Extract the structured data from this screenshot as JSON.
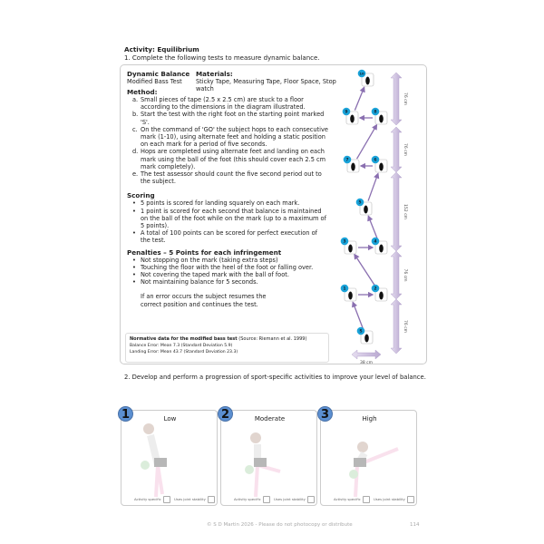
{
  "activity": {
    "title": "Activity: Equilibrium",
    "instruction": "1. Complete the following tests to measure dynamic balance."
  },
  "test": {
    "heading": "Dynamic Balance",
    "name": "Modified Bass Test",
    "materials_heading": "Materials:",
    "materials": "Sticky Tape, Measuring Tape, Floor Space, Stop watch"
  },
  "method": {
    "heading": "Method:",
    "steps": [
      {
        "marker": "a.",
        "text": "Small pieces of tape (2.5 x 2.5 cm) are stuck to a floor according to the dimensions in the diagram illustrated."
      },
      {
        "marker": "b.",
        "text": "Start the test with the right foot on the starting point marked 'S'."
      },
      {
        "marker": "c.",
        "text": "On the command of 'GO' the subject hops to each consecutive mark (1-10), using alternate feet and holding a static position on each mark for a period of five seconds."
      },
      {
        "marker": "d.",
        "text": "Hops are completed using alternate feet and landing on each mark using the ball of the foot (this should cover each 2.5 cm mark completely)."
      },
      {
        "marker": "e.",
        "text": "The test assessor should count the five second period out to the subject."
      }
    ]
  },
  "scoring": {
    "heading": "Scoring",
    "items": [
      "5 points is scored for landing squarely on each mark.",
      "1 point is scored for each second that balance is maintained on the ball of the foot while on the mark (up to a maximum of 5 points).",
      "A total of 100 points can be scored for perfect execution of the test."
    ]
  },
  "penalties": {
    "heading": "Penalties – 5 Points for each infringement",
    "items": [
      "Not stopping on the mark (taking extra steps)",
      "Touching the floor with the heel of the foot or falling over.",
      "Not covering the taped mark with the ball of foot.",
      "Not maintaining balance for 5 seconds."
    ],
    "note": "If an error occurs the subject resumes the correct position and continues the test."
  },
  "normative": {
    "title": "Normative data for the modified bass test",
    "source": "(Source: Riemann et al. 1999)",
    "balance": "Balance Error: Mean 7.3 (Standard Deviation 5.9)",
    "landing": "Landing Error: Mean 43.7 (Standard Deviation 23.3)"
  },
  "diagram": {
    "marks": [
      "10",
      "9",
      "8",
      "7",
      "6",
      "5",
      "3",
      "4",
      "1",
      "2",
      "S"
    ],
    "distances": [
      "76 cm",
      "76 cm",
      "152 cm",
      "76 cm",
      "76 cm"
    ],
    "width": "38 cm",
    "accent": "#1aa3d9",
    "arrow": "#8a6fb0"
  },
  "part2": {
    "instruction": "2. Develop and perform a progression of sport-specific activities to improve your level of balance.",
    "panels": [
      {
        "num": "1",
        "title": "Low",
        "cb1": "Activity specific",
        "cb2": "Uses joint stability"
      },
      {
        "num": "2",
        "title": "Moderate",
        "cb1": "Activity specific",
        "cb2": "Uses joint stability"
      },
      {
        "num": "3",
        "title": "High",
        "cb1": "Activity specific",
        "cb2": "Uses joint stability"
      }
    ]
  },
  "footer": {
    "copyright": "© S D Martin 2026 - Please do not photocopy or distribute",
    "page": "114"
  }
}
